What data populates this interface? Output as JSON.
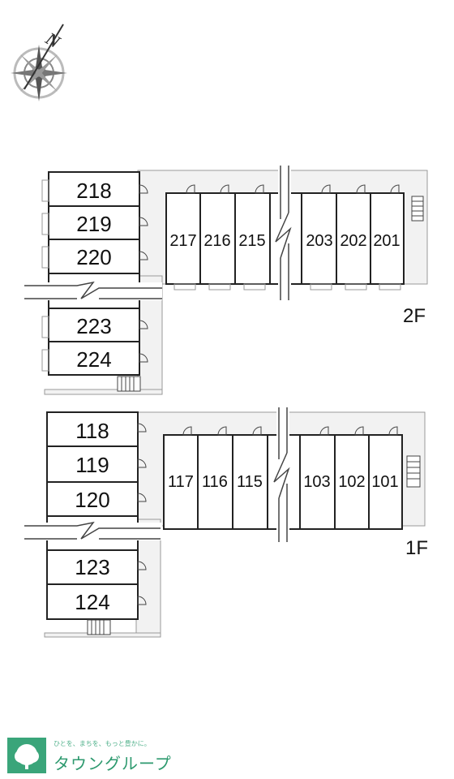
{
  "compass": {
    "north_label": "N",
    "icon": "compass-rose-icon"
  },
  "floors": [
    {
      "label": "2F",
      "left_wing": [
        "218",
        "219",
        "220",
        "223",
        "224"
      ],
      "right_wing": [
        "217",
        "216",
        "215",
        "203",
        "202",
        "201"
      ]
    },
    {
      "label": "1F",
      "left_wing": [
        "118",
        "119",
        "120",
        "123",
        "124"
      ],
      "right_wing": [
        "117",
        "116",
        "115",
        "103",
        "102",
        "101"
      ]
    }
  ],
  "logo": {
    "tagline": "ひとを、まちを、もっと豊かに。",
    "name": "タウングループ",
    "icon": "tree-logo-icon",
    "color": "#2e9a6f"
  }
}
